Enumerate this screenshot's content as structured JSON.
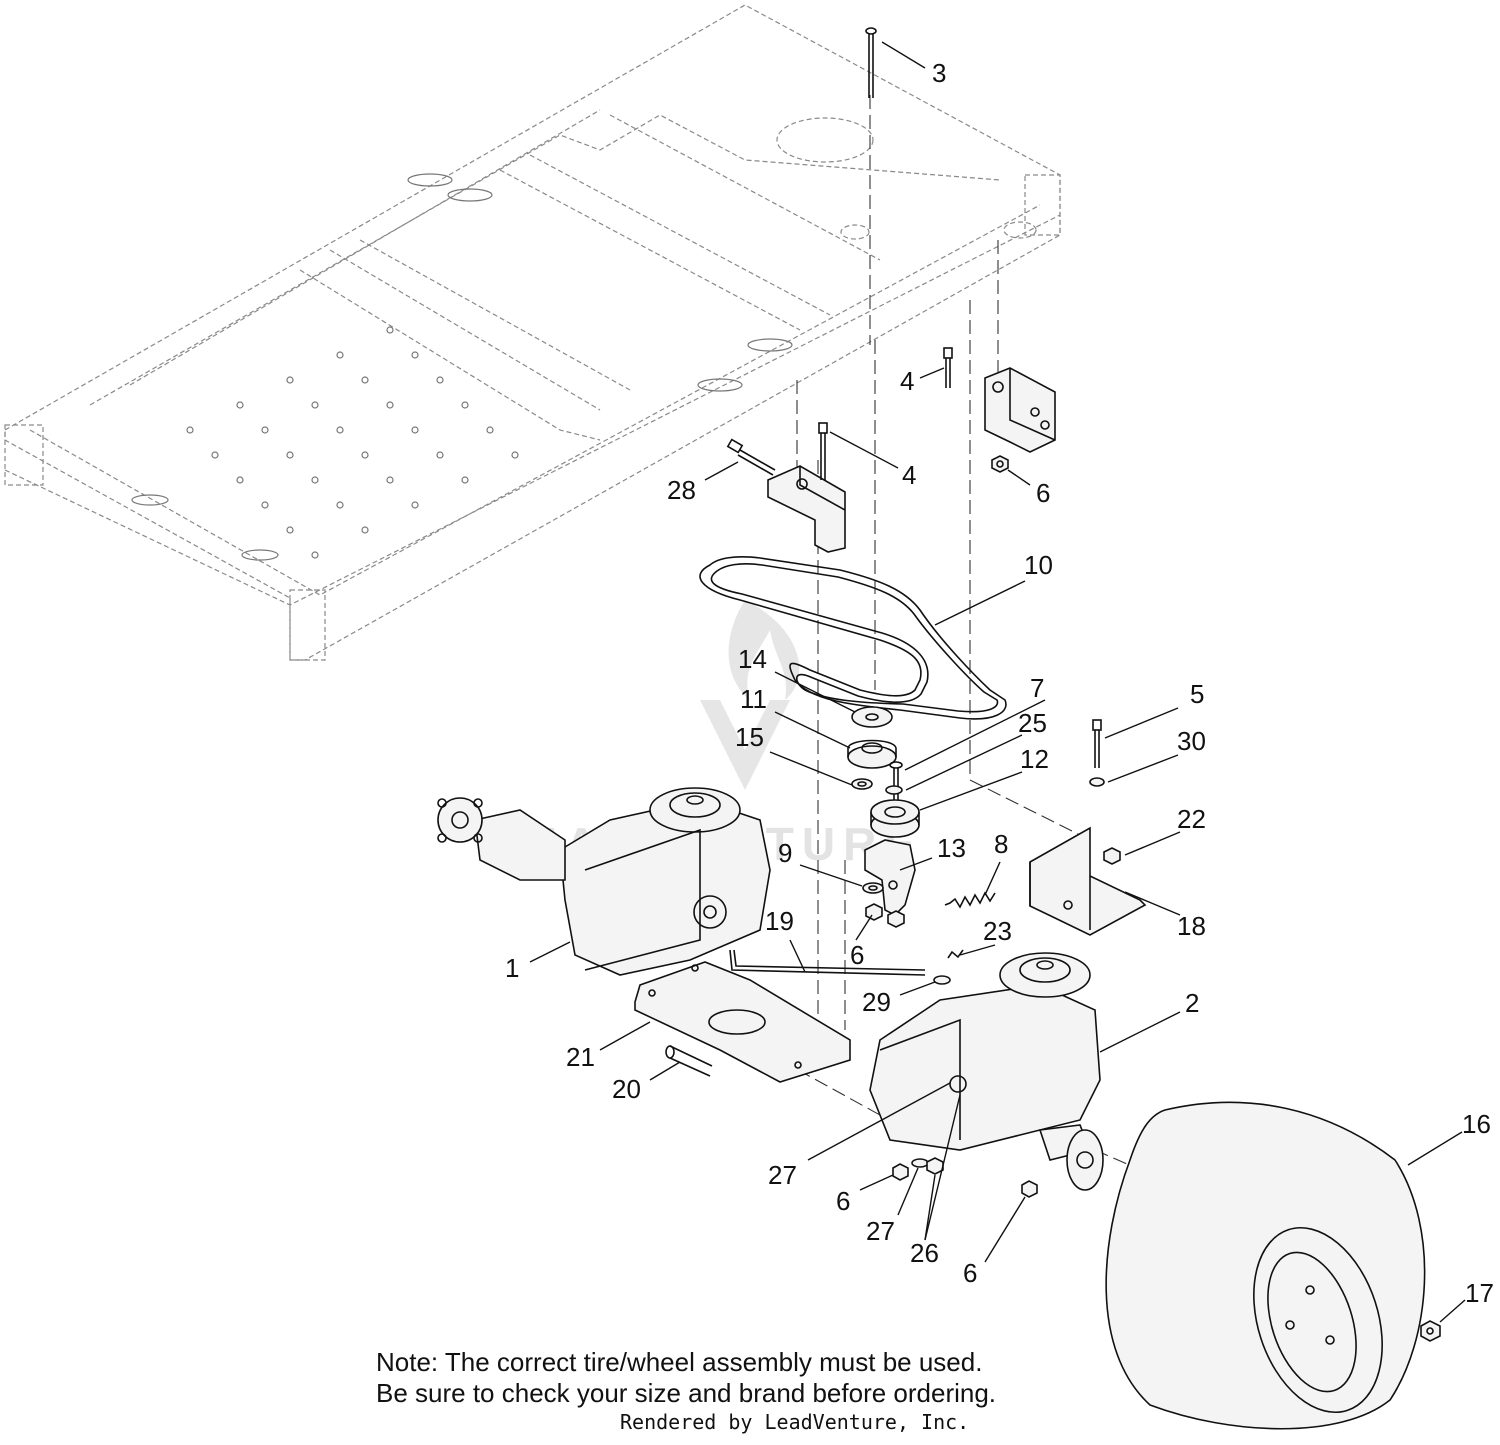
{
  "callouts": [
    {
      "id": "3",
      "label": "3"
    },
    {
      "id": "4a",
      "label": "4"
    },
    {
      "id": "6a",
      "label": "6"
    },
    {
      "id": "4b",
      "label": "4"
    },
    {
      "id": "28",
      "label": "28"
    },
    {
      "id": "10",
      "label": "10"
    },
    {
      "id": "14",
      "label": "14"
    },
    {
      "id": "7",
      "label": "7"
    },
    {
      "id": "5",
      "label": "5"
    },
    {
      "id": "11",
      "label": "11"
    },
    {
      "id": "25",
      "label": "25"
    },
    {
      "id": "30",
      "label": "30"
    },
    {
      "id": "15",
      "label": "15"
    },
    {
      "id": "12",
      "label": "12"
    },
    {
      "id": "22",
      "label": "22"
    },
    {
      "id": "13",
      "label": "13"
    },
    {
      "id": "8",
      "label": "8"
    },
    {
      "id": "9",
      "label": "9"
    },
    {
      "id": "18",
      "label": "18"
    },
    {
      "id": "19",
      "label": "19"
    },
    {
      "id": "23",
      "label": "23"
    },
    {
      "id": "6b",
      "label": "6"
    },
    {
      "id": "1",
      "label": "1"
    },
    {
      "id": "29",
      "label": "29"
    },
    {
      "id": "2",
      "label": "2"
    },
    {
      "id": "21",
      "label": "21"
    },
    {
      "id": "20",
      "label": "20"
    },
    {
      "id": "16",
      "label": "16"
    },
    {
      "id": "27a",
      "label": "27"
    },
    {
      "id": "6c",
      "label": "6"
    },
    {
      "id": "27b",
      "label": "27"
    },
    {
      "id": "26",
      "label": "26"
    },
    {
      "id": "6d",
      "label": "6"
    },
    {
      "id": "17",
      "label": "17"
    }
  ],
  "note": {
    "line1": "Note: The correct tire/wheel assembly must be used.",
    "line2": "Be sure to check your size and brand before ordering."
  },
  "footer": {
    "rendered_by": "Rendered by LeadVenture, Inc."
  },
  "watermark": {
    "text": "LEADVENTURE"
  }
}
